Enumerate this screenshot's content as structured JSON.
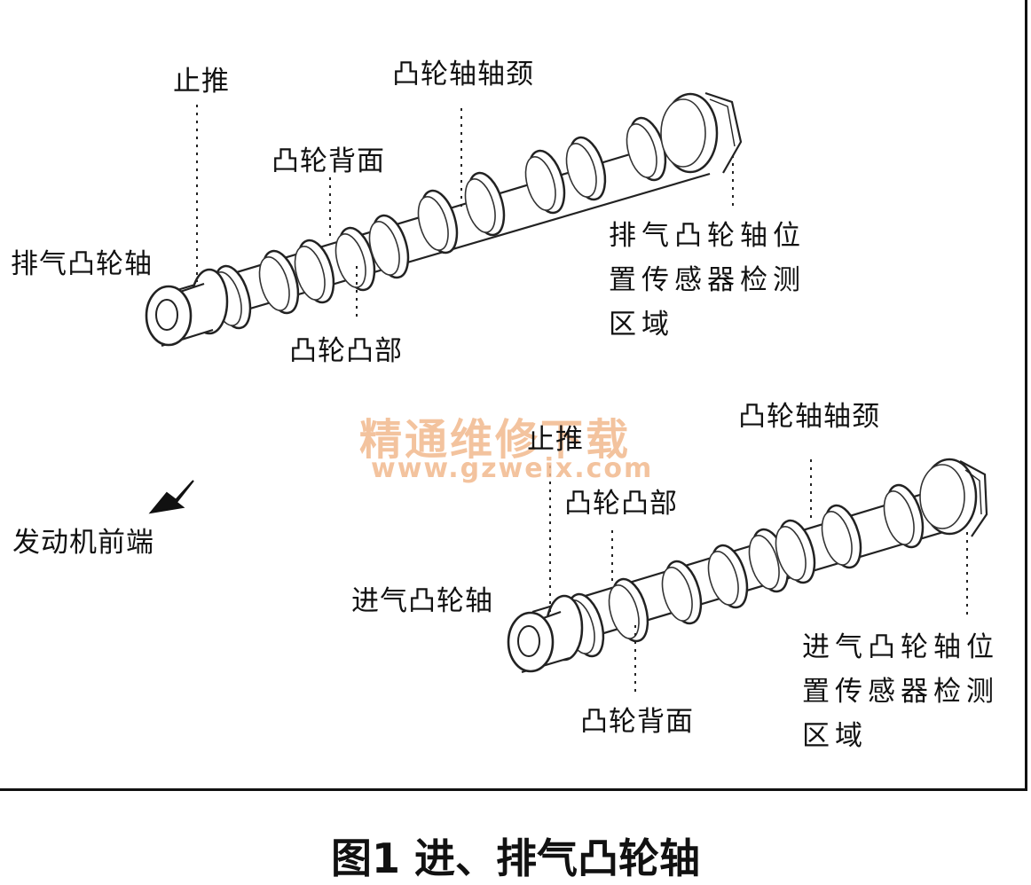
{
  "figure": {
    "caption": "图1 进、排气凸轮轴"
  },
  "watermark": {
    "text_cn": "精通维修下载",
    "url": "www.gzweix.com",
    "color": "#f2b98e"
  },
  "exhaust": {
    "name": "排气凸轮轴",
    "thrust": "止推",
    "journal": "凸轮轴轴颈",
    "cam_back": "凸轮背面",
    "cam_lobe": "凸轮凸部",
    "sensor_area": [
      "排气凸轮轴位",
      "置传感器检测",
      "区域"
    ]
  },
  "intake": {
    "name": "进气凸轮轴",
    "thrust": "止推",
    "journal": "凸轮轴轴颈",
    "cam_lobe": "凸轮凸部",
    "cam_back": "凸轮背面",
    "sensor_area": [
      "进气凸轮轴位",
      "置传感器检测",
      "区域"
    ]
  },
  "engine_front": {
    "label": "发动机前端",
    "icon": "arrow-icon"
  }
}
